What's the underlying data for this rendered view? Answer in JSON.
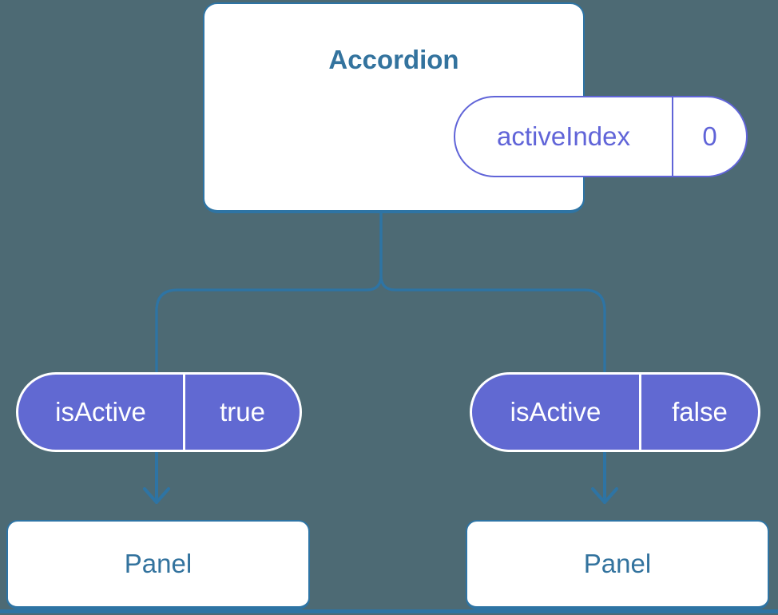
{
  "colors": {
    "background": "#4d6a74",
    "line": "#2e74a4",
    "blue_text": "#33739e",
    "purple": "#6064d8",
    "pill_fill": "#6169d2",
    "white": "#ffffff"
  },
  "accordion": {
    "title": "Accordion",
    "state": {
      "name": "activeIndex",
      "value": "0"
    }
  },
  "children": [
    {
      "prop": {
        "name": "isActive",
        "value": "true"
      },
      "panel_label": "Panel"
    },
    {
      "prop": {
        "name": "isActive",
        "value": "false"
      },
      "panel_label": "Panel"
    }
  ]
}
